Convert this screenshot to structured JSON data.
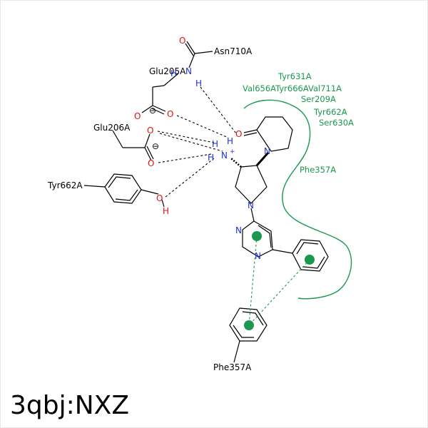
{
  "caption": "3qbj:NXZ",
  "residues": {
    "asn710": "Asn710A",
    "glu205": "Glu205A",
    "glu206": "Glu206A",
    "tyr662": "Tyr662A",
    "phe357_bottom": "Phe357A"
  },
  "pocket_labels": {
    "tyr631": "Tyr631A",
    "val656_tyr666_val711": "Val656ATyr666AVal711A",
    "ser209": "Ser209A",
    "tyr662": "Tyr662A",
    "ser630": "Ser630A",
    "phe357": "Phe357A"
  },
  "atoms": {
    "O": "O",
    "N": "N",
    "H": "H",
    "nplus": "N",
    "plus": "+",
    "minus": "⊖"
  },
  "colors": {
    "hydrophobic": "#1a9850",
    "hbond": "#000000",
    "pi_stack": "#1a9850",
    "nitrogen": "#2233cc",
    "oxygen": "#dd1111"
  }
}
